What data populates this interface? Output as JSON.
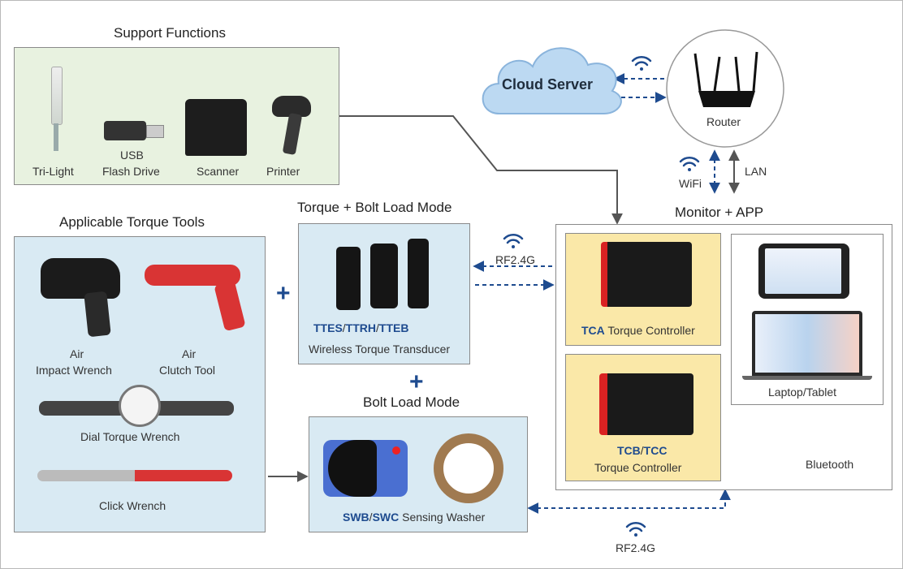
{
  "support": {
    "title": "Support Functions",
    "items": [
      "Tri-Light",
      "USB",
      "Flash Drive",
      "Scanner",
      "Printer"
    ]
  },
  "cloud": {
    "label": "Cloud Server"
  },
  "router": {
    "label": "Router"
  },
  "links": {
    "wifi": "WiFi",
    "lan": "LAN",
    "rf_top": "RF2.4G",
    "rf_bottom": "RF2.4G",
    "bluetooth": "Bluetooth"
  },
  "tools": {
    "title": "Applicable Torque Tools",
    "air_impact": [
      "Air",
      "Impact Wrench"
    ],
    "air_clutch": [
      "Air",
      "Clutch Tool"
    ],
    "dial": "Dial Torque Wrench",
    "click": "Click Wrench"
  },
  "torque_bolt": {
    "title": "Torque + Bolt Load Mode",
    "models": [
      "TTES",
      "TTRH",
      "TTEB"
    ],
    "sep": "/",
    "desc": "Wireless Torque Transducer"
  },
  "bolt": {
    "title": "Bolt Load Mode",
    "models": [
      "SWB",
      "SWC"
    ],
    "desc": "Sensing Washer"
  },
  "monitor": {
    "title": "Monitor + APP",
    "tca_model": "TCA",
    "tca_desc": "Torque Controller",
    "tcb_models": [
      "TCB",
      "TCC"
    ],
    "tcb_desc": "Torque Controller",
    "laptop": "Laptop/Tablet"
  },
  "symbols": {
    "plus": "+"
  },
  "colors": {
    "accent": "#1e4b8f",
    "support_bg": "#e8f2e0",
    "tools_bg": "#d9eaf3",
    "controller_bg": "#fae8a8"
  }
}
